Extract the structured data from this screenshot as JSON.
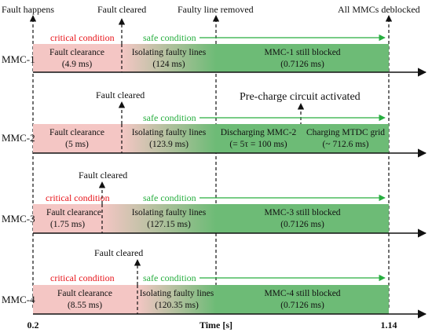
{
  "top_events": {
    "fault_happens": "Fault happens",
    "fault_cleared": "Fault cleared",
    "faulty_line_removed": "Faulty line removed",
    "all_deblocked": "All MMCs deblocked"
  },
  "axis": {
    "start_label": "0.2",
    "end_label": "1.14",
    "title": "Time [s]"
  },
  "colors": {
    "pink": "#f4c6c4",
    "green": "#6dbb76",
    "red_text": "#e8141a",
    "green_text": "#27ae3f"
  },
  "rows": [
    {
      "name": "MMC-1",
      "critical_label": "critical condition",
      "safe_label": "safe condition",
      "fault_cleared_label": "",
      "segments": [
        {
          "line1": "Fault clearance",
          "line2": "(4.9 ms)"
        },
        {
          "line1": "Isolating faulty lines",
          "line2": "(124 ms)"
        },
        {
          "line1": "MMC-1 still blocked",
          "line2": "(0.7126 ms)"
        }
      ]
    },
    {
      "name": "MMC-2",
      "critical_label": "",
      "safe_label": "safe condition",
      "fault_cleared_label": "Fault cleared",
      "precharge_label": "Pre-charge circuit activated",
      "segments": [
        {
          "line1": "Fault clearance",
          "line2": "(5 ms)"
        },
        {
          "line1": "Isolating faulty lines",
          "line2": "(123.9 ms)"
        },
        {
          "line1": "Discharging MMC-2",
          "line2": "(= 5τ = 100 ms)"
        },
        {
          "line1": "Charging MTDC grid",
          "line2": "(~ 712.6 ms)"
        }
      ]
    },
    {
      "name": "MMC-3",
      "critical_label": "critical condition",
      "safe_label": "safe condition",
      "fault_cleared_label": "Fault cleared",
      "segments": [
        {
          "line1": "Fault clearance",
          "line2": "(1.75 ms)"
        },
        {
          "line1": "Isolating faulty lines",
          "line2": "(127.15 ms)"
        },
        {
          "line1": "MMC-3 still blocked",
          "line2": "(0.7126 ms)"
        }
      ]
    },
    {
      "name": "MMC-4",
      "critical_label": "critical condition",
      "safe_label": "safe condition",
      "fault_cleared_label": "Fault cleared",
      "segments": [
        {
          "line1": "Fault clearance",
          "line2": "(8.55 ms)"
        },
        {
          "line1": "Isolating faulty lines",
          "line2": "(120.35 ms)"
        },
        {
          "line1": "MMC-4 still blocked",
          "line2": "(0.7126 ms)"
        }
      ]
    }
  ]
}
